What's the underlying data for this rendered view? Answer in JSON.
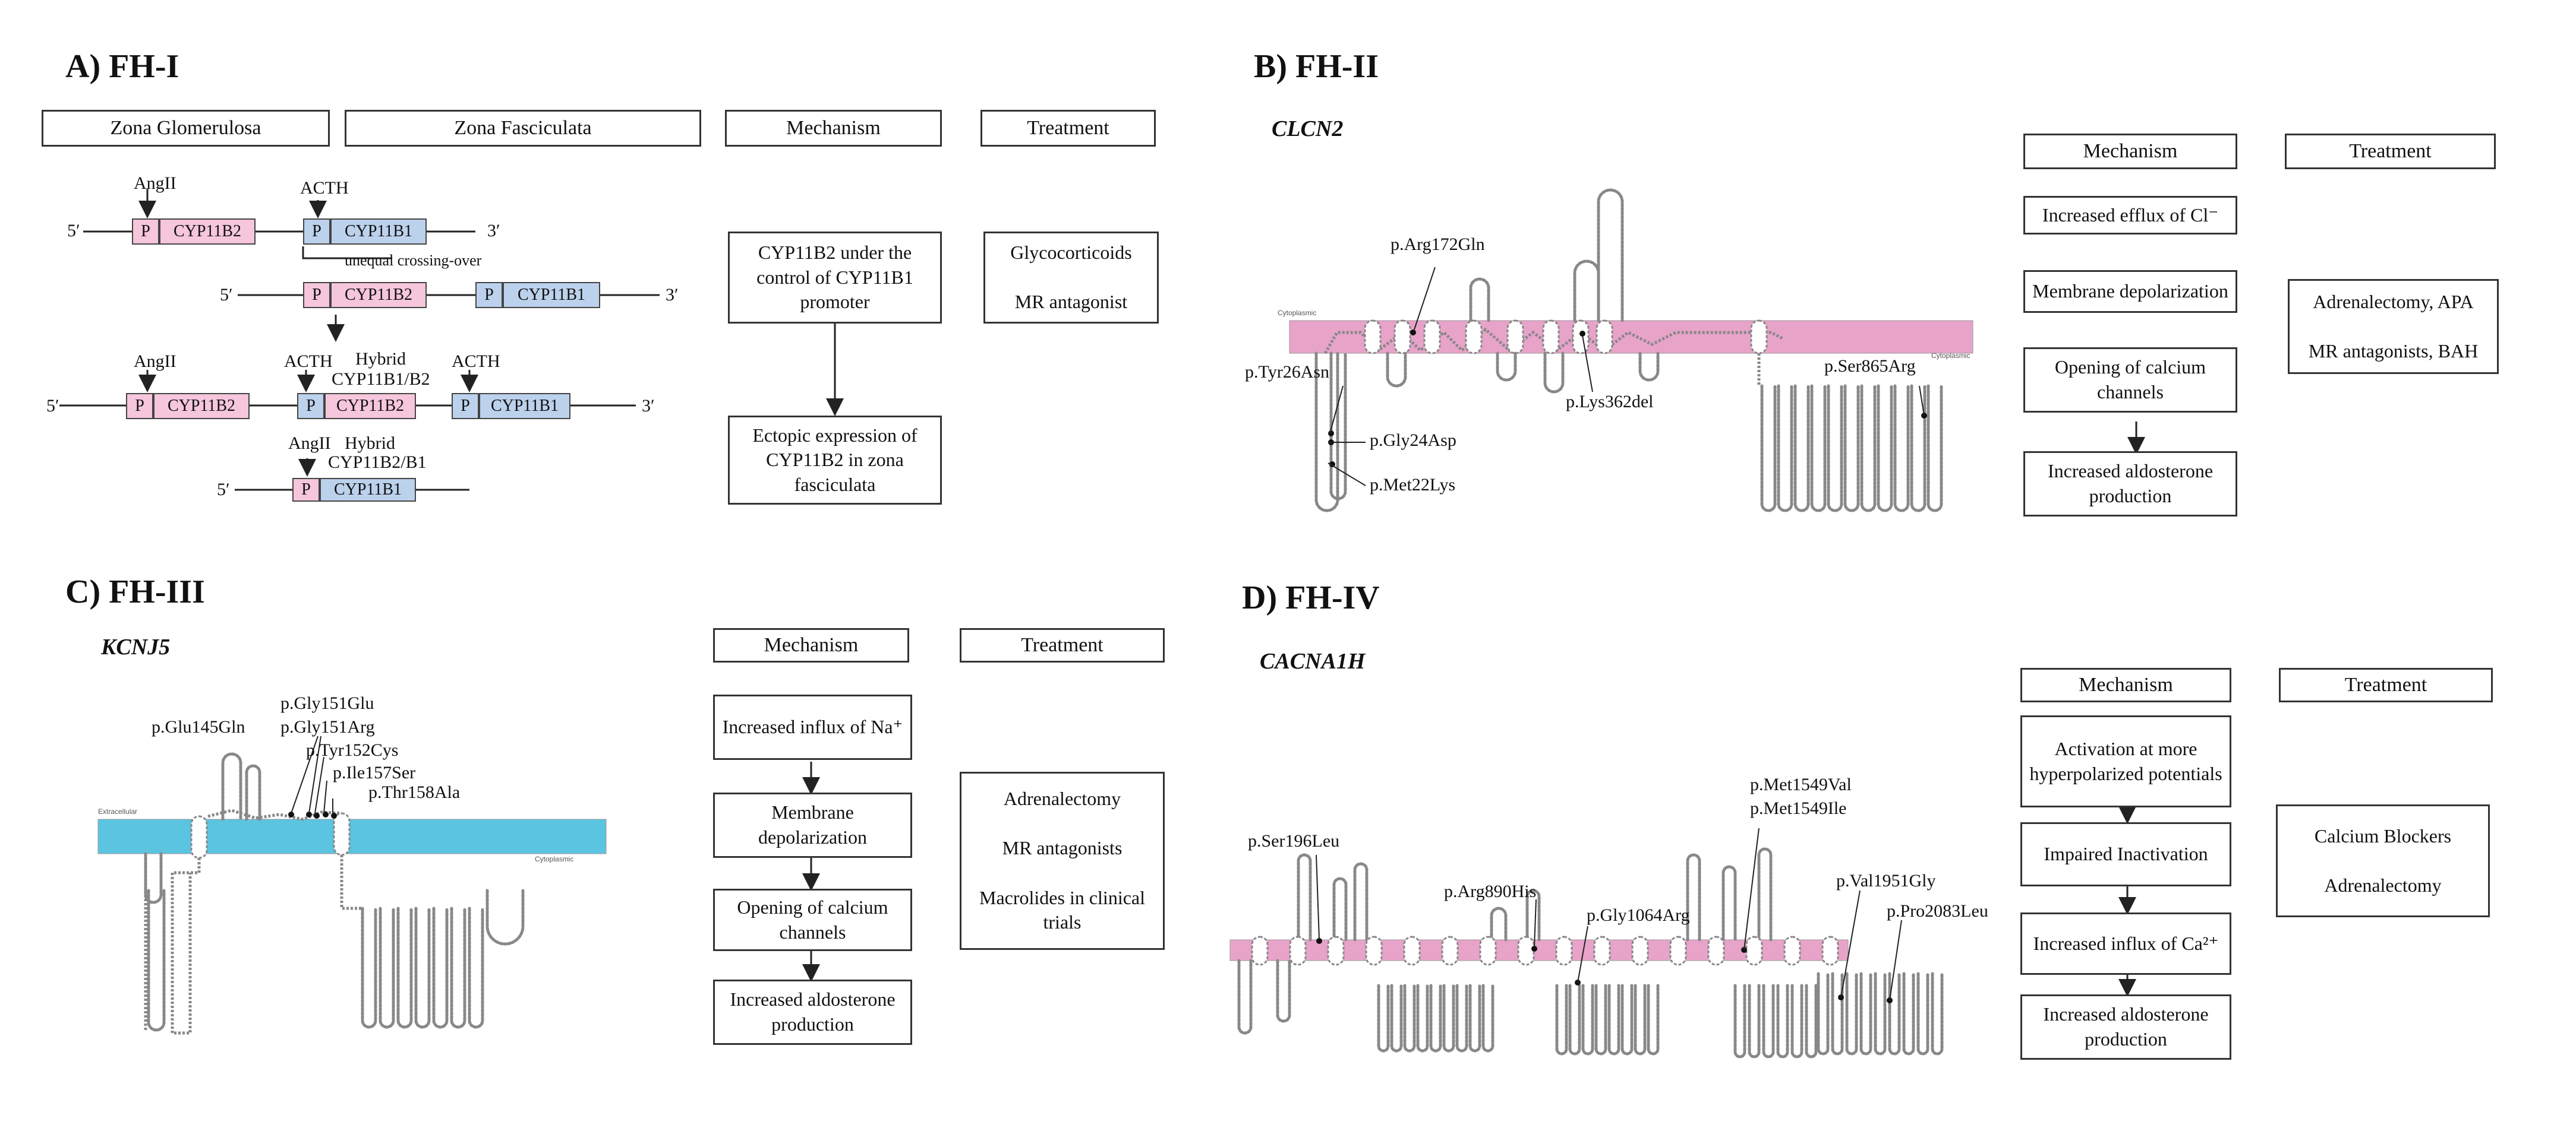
{
  "panel_a": {
    "title": "A) FH-I",
    "headers": [
      "Zona Glomerulosa",
      "Zona Fasciculata",
      "Mechanism",
      "Treatment"
    ],
    "five_prime": "5′",
    "three_prime": "3′",
    "p_label": "P",
    "angii": "AngII",
    "acth": "ACTH",
    "hybrid": "Hybrid",
    "hybrid_b1b2": "CYP11B1/B2",
    "hybrid_b2b1": "CYP11B2/B1",
    "cyp11b2": "CYP11B2",
    "cyp11b1": "CYP11B1",
    "crossing_over": "unequal crossing-over",
    "mechanism_1": "CYP11B2 under the control of CYP11B1 promoter",
    "mechanism_2": "Ectopic expression of CYP11B2 in zona fasciculata",
    "treatment": "Glycocorticoids\n\nMR antagonist",
    "colors": {
      "promoter_pink": "#f5c6dc",
      "gene_blue": "#bcd1ec"
    }
  },
  "panel_b": {
    "title": "B) FH-II",
    "gene": "CLCN2",
    "mutations": [
      "p.Arg172Gln",
      "p.Tyr26Asn",
      "p.Gly24Asp",
      "p.Met22Lys",
      "p.Lys362del",
      "p.Ser865Arg"
    ],
    "header_mechanism": "Mechanism",
    "header_treatment": "Treatment",
    "mechanism_steps": [
      "Increased efflux of Cl⁻",
      "Membrane depolarization",
      "Opening of calcium channels",
      "Increased aldosterone production"
    ],
    "treatment": "Adrenalectomy, APA\n\nMR antagonists, BAH",
    "membrane_labels": [
      "Cytoplasmic",
      "Cytoplasmic"
    ],
    "membrane_color": "#e8a3c9"
  },
  "panel_c": {
    "title": "C) FH-III",
    "gene": "KCNJ5",
    "mutations": [
      "p.Gly151Glu",
      "p.Glu145Gln",
      "p.Gly151Arg",
      "p.Tyr152Cys",
      "p.Ile157Ser",
      "p.Thr158Ala"
    ],
    "header_mechanism": "Mechanism",
    "header_treatment": "Treatment",
    "mechanism_steps": [
      "Increased influx of Na⁺",
      "Membrane depolarization",
      "Opening of calcium channels",
      "Increased aldosterone production"
    ],
    "treatment": "Adrenalectomy\n\nMR antagonists\n\nMacrolides in clinical trials",
    "membrane_labels": [
      "Extracellular",
      "Cytoplasmic"
    ],
    "membrane_color": "#5bc4e0"
  },
  "panel_d": {
    "title": "D) FH-IV",
    "gene": "CACNA1H",
    "mutations": [
      "p.Met1549Val",
      "p.Met1549Ile",
      "p.Ser196Leu",
      "p.Arg890His",
      "p.Gly1064Arg",
      "p.Val1951Gly",
      "p.Pro2083Leu"
    ],
    "header_mechanism": "Mechanism",
    "header_treatment": "Treatment",
    "mechanism_steps": [
      "Activation at more hyperpolarized potentials",
      "Impaired Inactivation",
      "Increased influx of Ca²⁺",
      "Increased aldosterone production"
    ],
    "treatment": "Calcium Blockers\n\nAdrenalectomy",
    "membrane_color": "#e8a3c9"
  }
}
